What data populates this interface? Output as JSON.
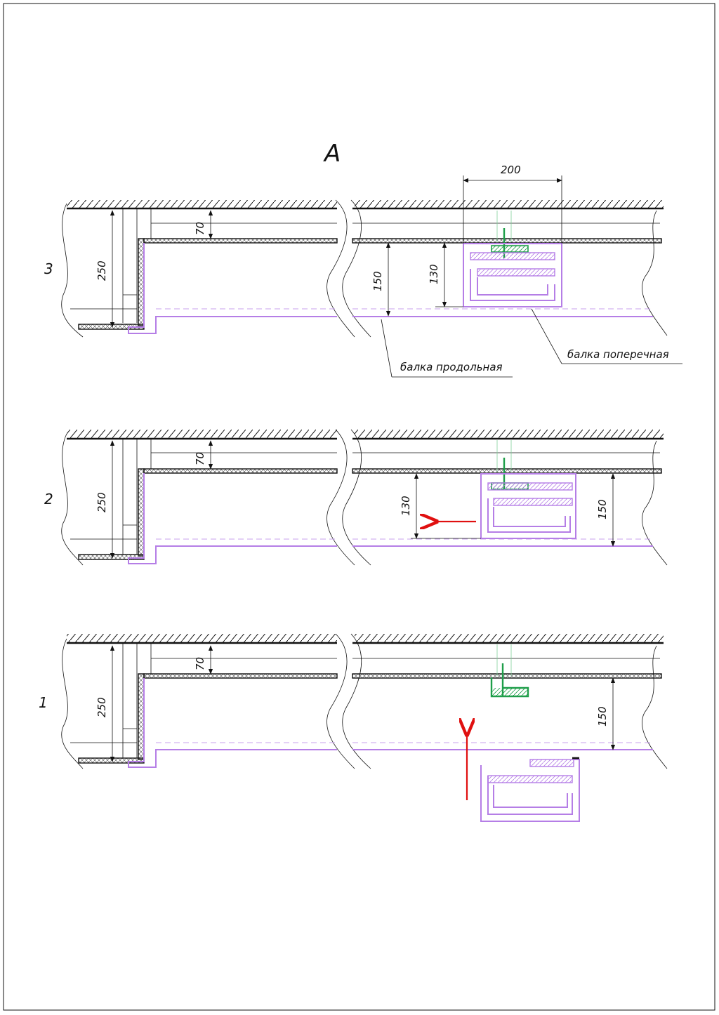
{
  "sheet_title": "A",
  "dimensions": {
    "width_200": "200",
    "d_70": "70",
    "d_250": "250",
    "d_150": "150",
    "d_130": "130"
  },
  "callouts": {
    "longitudinal_beam": "балка продольная",
    "transverse_beam": "балка поперечная"
  },
  "steps": [
    {
      "number": "3"
    },
    {
      "number": "2"
    },
    {
      "number": "1"
    }
  ],
  "colors": {
    "beam_profile": "#b57ee6",
    "bracket": "#1f9e4a",
    "motion_arrow": "#e01010",
    "lines": "#111111"
  }
}
